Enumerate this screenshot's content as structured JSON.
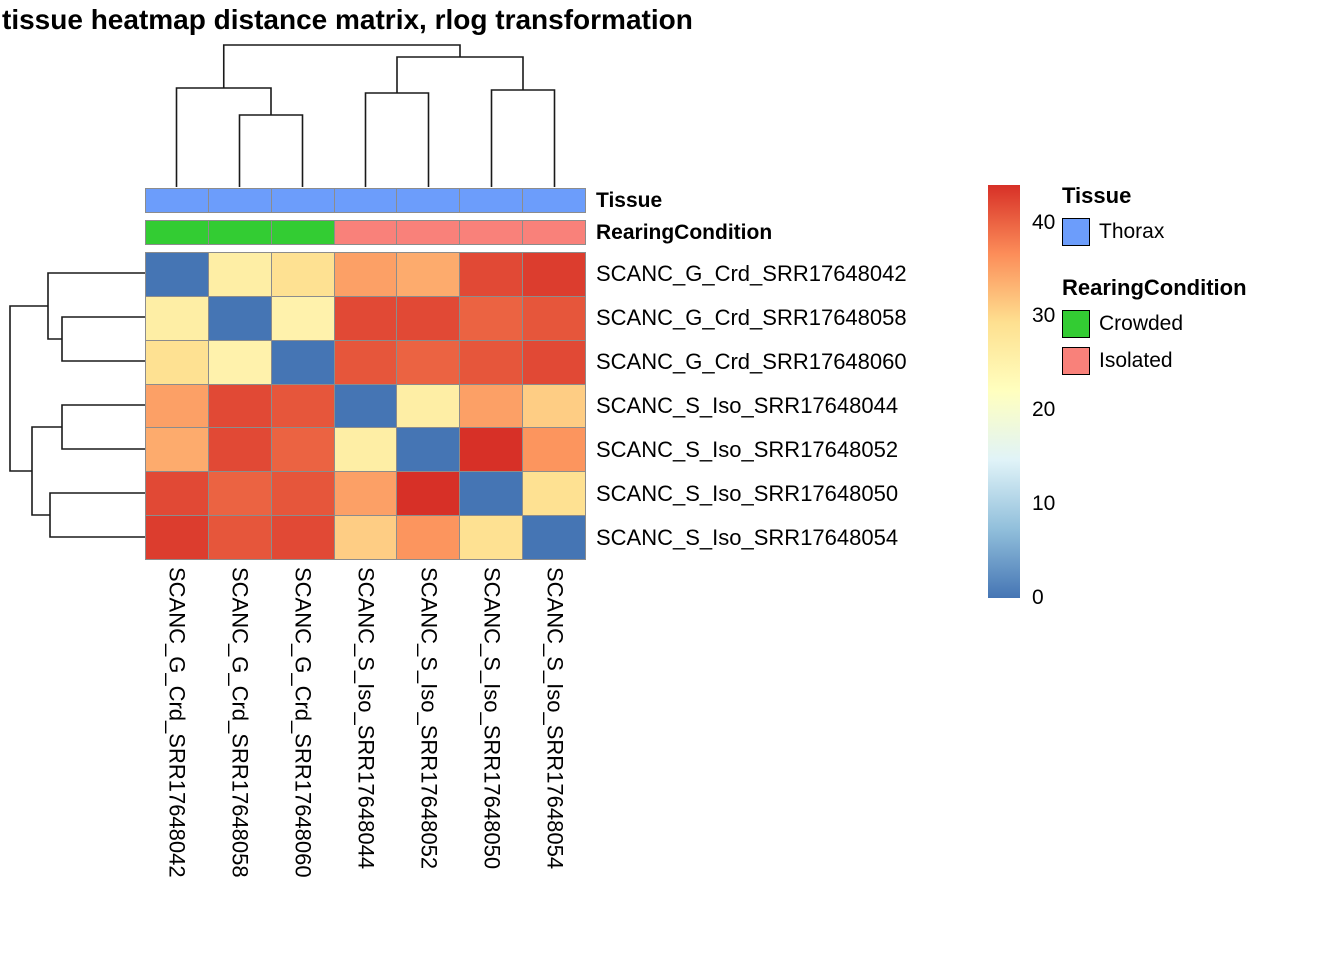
{
  "title": "tissue heatmap distance matrix, rlog transformation",
  "annotation_rows": {
    "tissue": "Tissue",
    "rearing": "RearingCondition"
  },
  "legend": {
    "tissue_title": "Tissue",
    "tissue_items": [
      {
        "label": "Thorax",
        "color": "#6C9DFB"
      }
    ],
    "rearing_title": "RearingCondition",
    "rearing_items": [
      {
        "label": "Crowded",
        "color": "#33CC33"
      },
      {
        "label": "Isolated",
        "color": "#F9817A"
      }
    ]
  },
  "chart_data": {
    "type": "heatmap",
    "title": "tissue heatmap distance matrix, rlog transformation",
    "samples": [
      "SCANC_G_Crd_SRR17648042",
      "SCANC_G_Crd_SRR17648058",
      "SCANC_G_Crd_SRR17648060",
      "SCANC_S_Iso_SRR17648044",
      "SCANC_S_Iso_SRR17648052",
      "SCANC_S_Iso_SRR17648050",
      "SCANC_S_Iso_SRR17648054"
    ],
    "matrix": [
      [
        0,
        26,
        29,
        35,
        34,
        42,
        43
      ],
      [
        26,
        0,
        25,
        42,
        42,
        40,
        41
      ],
      [
        29,
        25,
        0,
        41,
        40,
        41,
        42
      ],
      [
        35,
        42,
        41,
        0,
        26,
        35,
        31
      ],
      [
        34,
        42,
        40,
        26,
        0,
        44,
        36
      ],
      [
        42,
        40,
        41,
        35,
        44,
        0,
        29
      ],
      [
        43,
        41,
        42,
        31,
        36,
        29,
        0
      ]
    ],
    "scale": {
      "min": 0,
      "max": 44,
      "ticks": [
        0,
        10,
        20,
        30,
        40
      ],
      "palette": [
        "#4575B4",
        "#91BFDB",
        "#E0F3F8",
        "#FFFFBF",
        "#FEE090",
        "#FC8D59",
        "#D73027"
      ]
    },
    "column_annotations": {
      "Tissue": [
        "Thorax",
        "Thorax",
        "Thorax",
        "Thorax",
        "Thorax",
        "Thorax",
        "Thorax"
      ],
      "RearingCondition": [
        "Crowded",
        "Crowded",
        "Crowded",
        "Isolated",
        "Isolated",
        "Isolated",
        "Isolated"
      ]
    },
    "annotation_colors": {
      "Thorax": "#6C9DFB",
      "Crowded": "#33CC33",
      "Isolated": "#F9817A"
    },
    "row_dendrogram": "((SRR17648042,(SRR17648058,SRR17648060)),((SRR17648044,SRR17648052),(SRR17648050,SRR17648054)))",
    "column_dendrogram": "((SRR17648042,(SRR17648058,SRR17648060)),((SRR17648044,SRR17648052),(SRR17648050,SRR17648054)))"
  }
}
